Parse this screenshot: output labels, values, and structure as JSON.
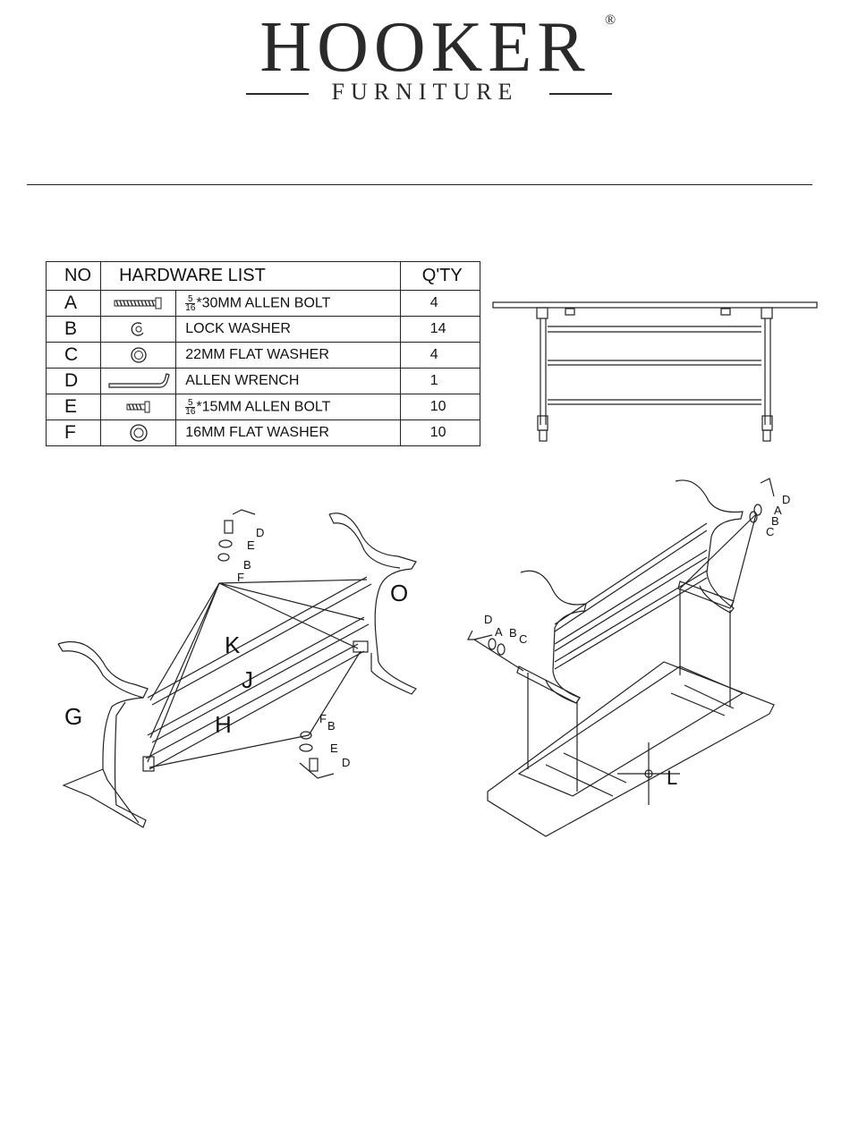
{
  "brand": {
    "name": "HOOKER",
    "sub": "FURNITURE",
    "reg": "®"
  },
  "table": {
    "headers": {
      "no": "NO",
      "list": "HARDWARE LIST",
      "qty": "Q'TY"
    },
    "rows": [
      {
        "no": "A",
        "icon": "long-bolt-icon",
        "frac": true,
        "num": "5",
        "den": "16",
        "desc": "*30MM ALLEN BOLT",
        "qty": "4"
      },
      {
        "no": "B",
        "icon": "lock-washer-icon",
        "frac": false,
        "desc": "LOCK WASHER",
        "qty": "14"
      },
      {
        "no": "C",
        "icon": "flat-washer-icon",
        "frac": false,
        "desc": "22MM FLAT WASHER",
        "qty": "4"
      },
      {
        "no": "D",
        "icon": "allen-wrench-icon",
        "frac": false,
        "desc": "ALLEN WRENCH",
        "qty": "1"
      },
      {
        "no": "E",
        "icon": "short-bolt-icon",
        "frac": true,
        "num": "5",
        "den": "16",
        "desc": "*15MM ALLEN BOLT",
        "qty": "10"
      },
      {
        "no": "F",
        "icon": "flat-washer-large-icon",
        "frac": false,
        "desc": "16MM FLAT WASHER",
        "qty": "10"
      }
    ]
  },
  "diagram_left": {
    "O": "O",
    "K": "K",
    "J": "J",
    "G": "G",
    "H": "H",
    "D1": "D",
    "E1": "E",
    "B1": "B",
    "F1": "F",
    "F2": "F",
    "B2": "B",
    "E2": "E",
    "D2": "D"
  },
  "diagram_right": {
    "D1": "D",
    "A1": "A",
    "B1": "B",
    "C1": "C",
    "D2": "D",
    "A2": "A",
    "B2": "B",
    "C2": "C",
    "L": "L"
  }
}
